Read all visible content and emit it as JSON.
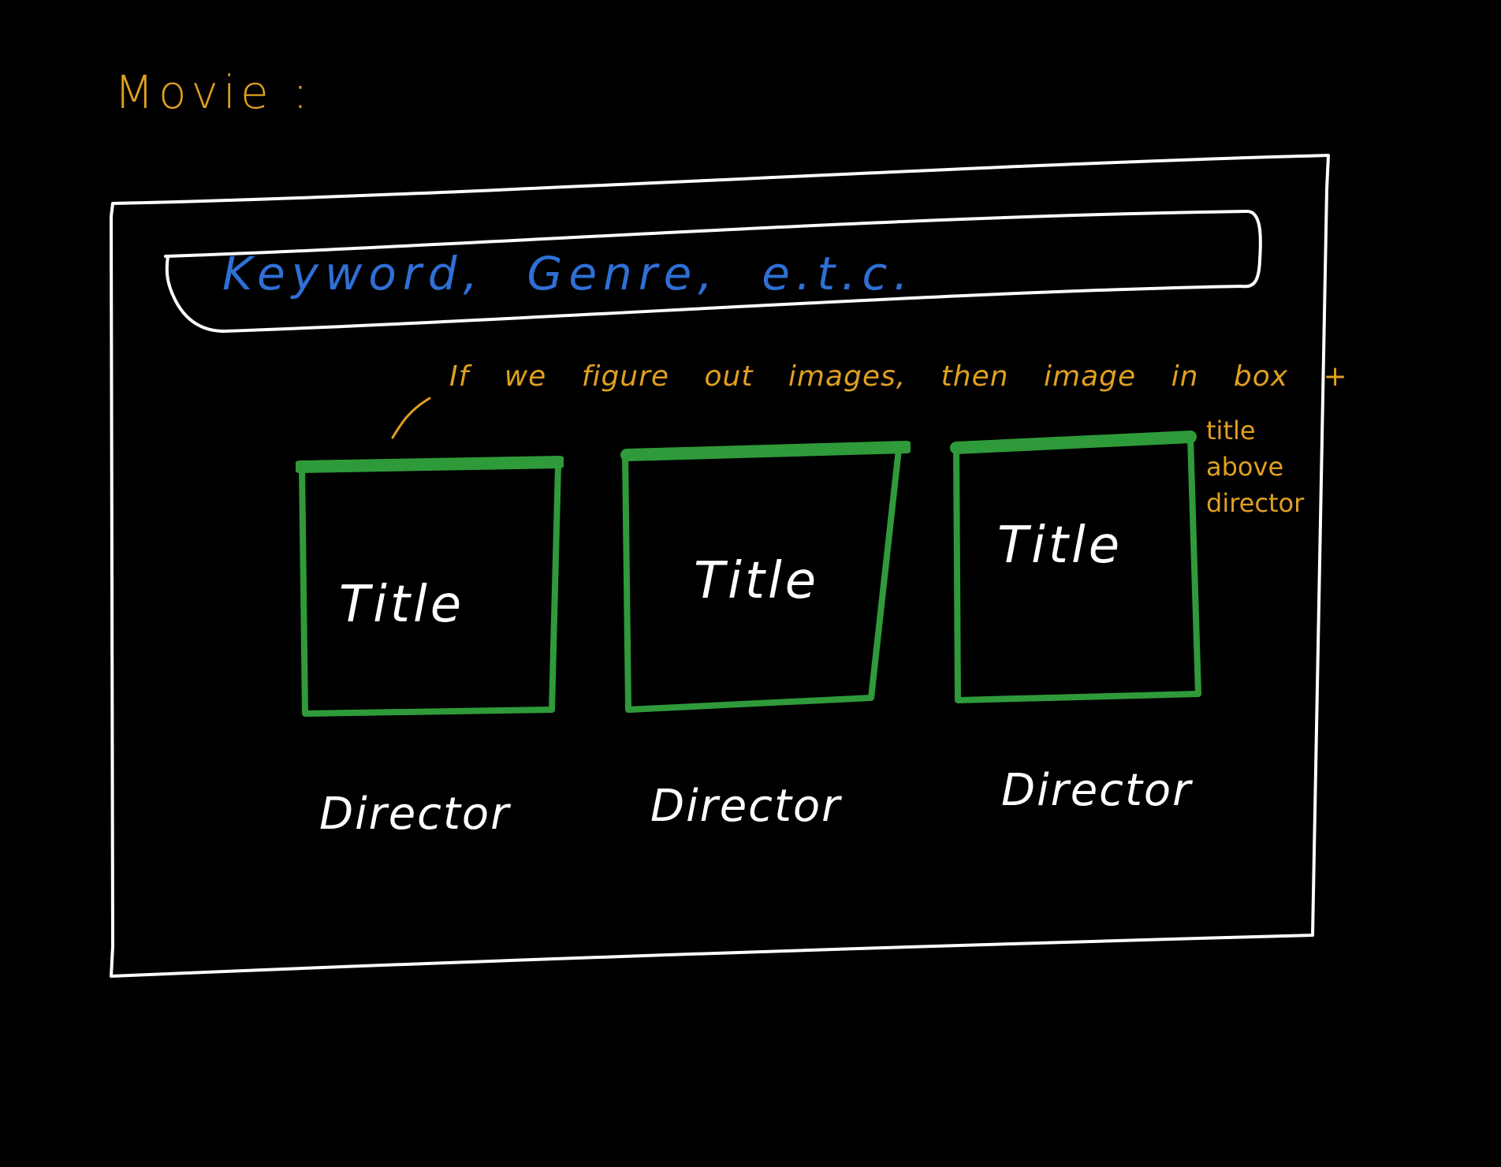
{
  "page": {
    "label": "Movie :"
  },
  "search": {
    "placeholder": "Keyword, Genre, e.t.c."
  },
  "annotations": {
    "image_note": "If we figure out images, then image in box +",
    "side_note_lines": [
      "title",
      "above",
      "director"
    ]
  },
  "cards": [
    {
      "title": "Title",
      "director": "Director"
    },
    {
      "title": "Title",
      "director": "Director"
    },
    {
      "title": "Title",
      "director": "Director"
    }
  ],
  "colors": {
    "background": "#000000",
    "frame": "#ffffff",
    "search_text": "#2f6fd6",
    "annotation": "#e0a020",
    "card_border": "#2f9a3a",
    "card_text": "#ffffff"
  },
  "icons": {
    "annotation_pointer": "curved-pointer-stroke"
  }
}
